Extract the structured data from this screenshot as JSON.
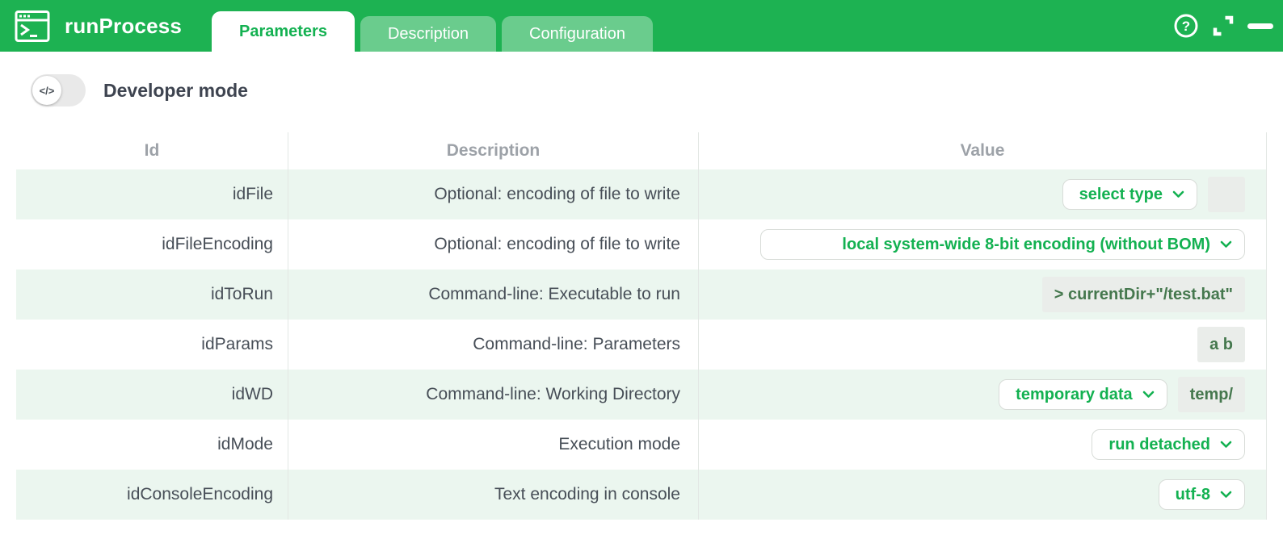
{
  "header": {
    "app_title": "runProcess",
    "tabs": [
      {
        "label": "Parameters",
        "active": true
      },
      {
        "label": "Description",
        "active": false
      },
      {
        "label": "Configuration",
        "active": false
      }
    ],
    "actions": {
      "help": "help",
      "expand": "expand",
      "minimize": "minimize"
    }
  },
  "toolbar": {
    "developer_mode_label": "Developer mode",
    "developer_toggle_state": "off",
    "developer_toggle_glyph": "</>"
  },
  "table": {
    "columns": {
      "id": "Id",
      "description": "Description",
      "value": "Value"
    },
    "rows": [
      {
        "id": "idFile",
        "description": "Optional: encoding of file to write",
        "value": {
          "select": "select type",
          "input": ""
        }
      },
      {
        "id": "idFileEncoding",
        "description": "Optional: encoding of file to write",
        "value": {
          "select": "local system-wide 8-bit encoding (without BOM)"
        }
      },
      {
        "id": "idToRun",
        "description": "Command-line: Executable to run",
        "value": {
          "input": "> currentDir+\"/test.bat\""
        }
      },
      {
        "id": "idParams",
        "description": "Command-line: Parameters",
        "value": {
          "input": "a b"
        }
      },
      {
        "id": "idWD",
        "description": "Command-line: Working Directory",
        "value": {
          "select": "temporary data",
          "input": "temp/"
        }
      },
      {
        "id": "idMode",
        "description": "Execution mode",
        "value": {
          "select": "run detached"
        }
      },
      {
        "id": "idConsoleEncoding",
        "description": "Text encoding in console",
        "value": {
          "select": "utf-8"
        }
      }
    ]
  },
  "colors": {
    "brand_green": "#1db252",
    "accent_text_green": "#13b151",
    "input_text_green": "#45784e",
    "row_tint": "#ebf6ef"
  }
}
